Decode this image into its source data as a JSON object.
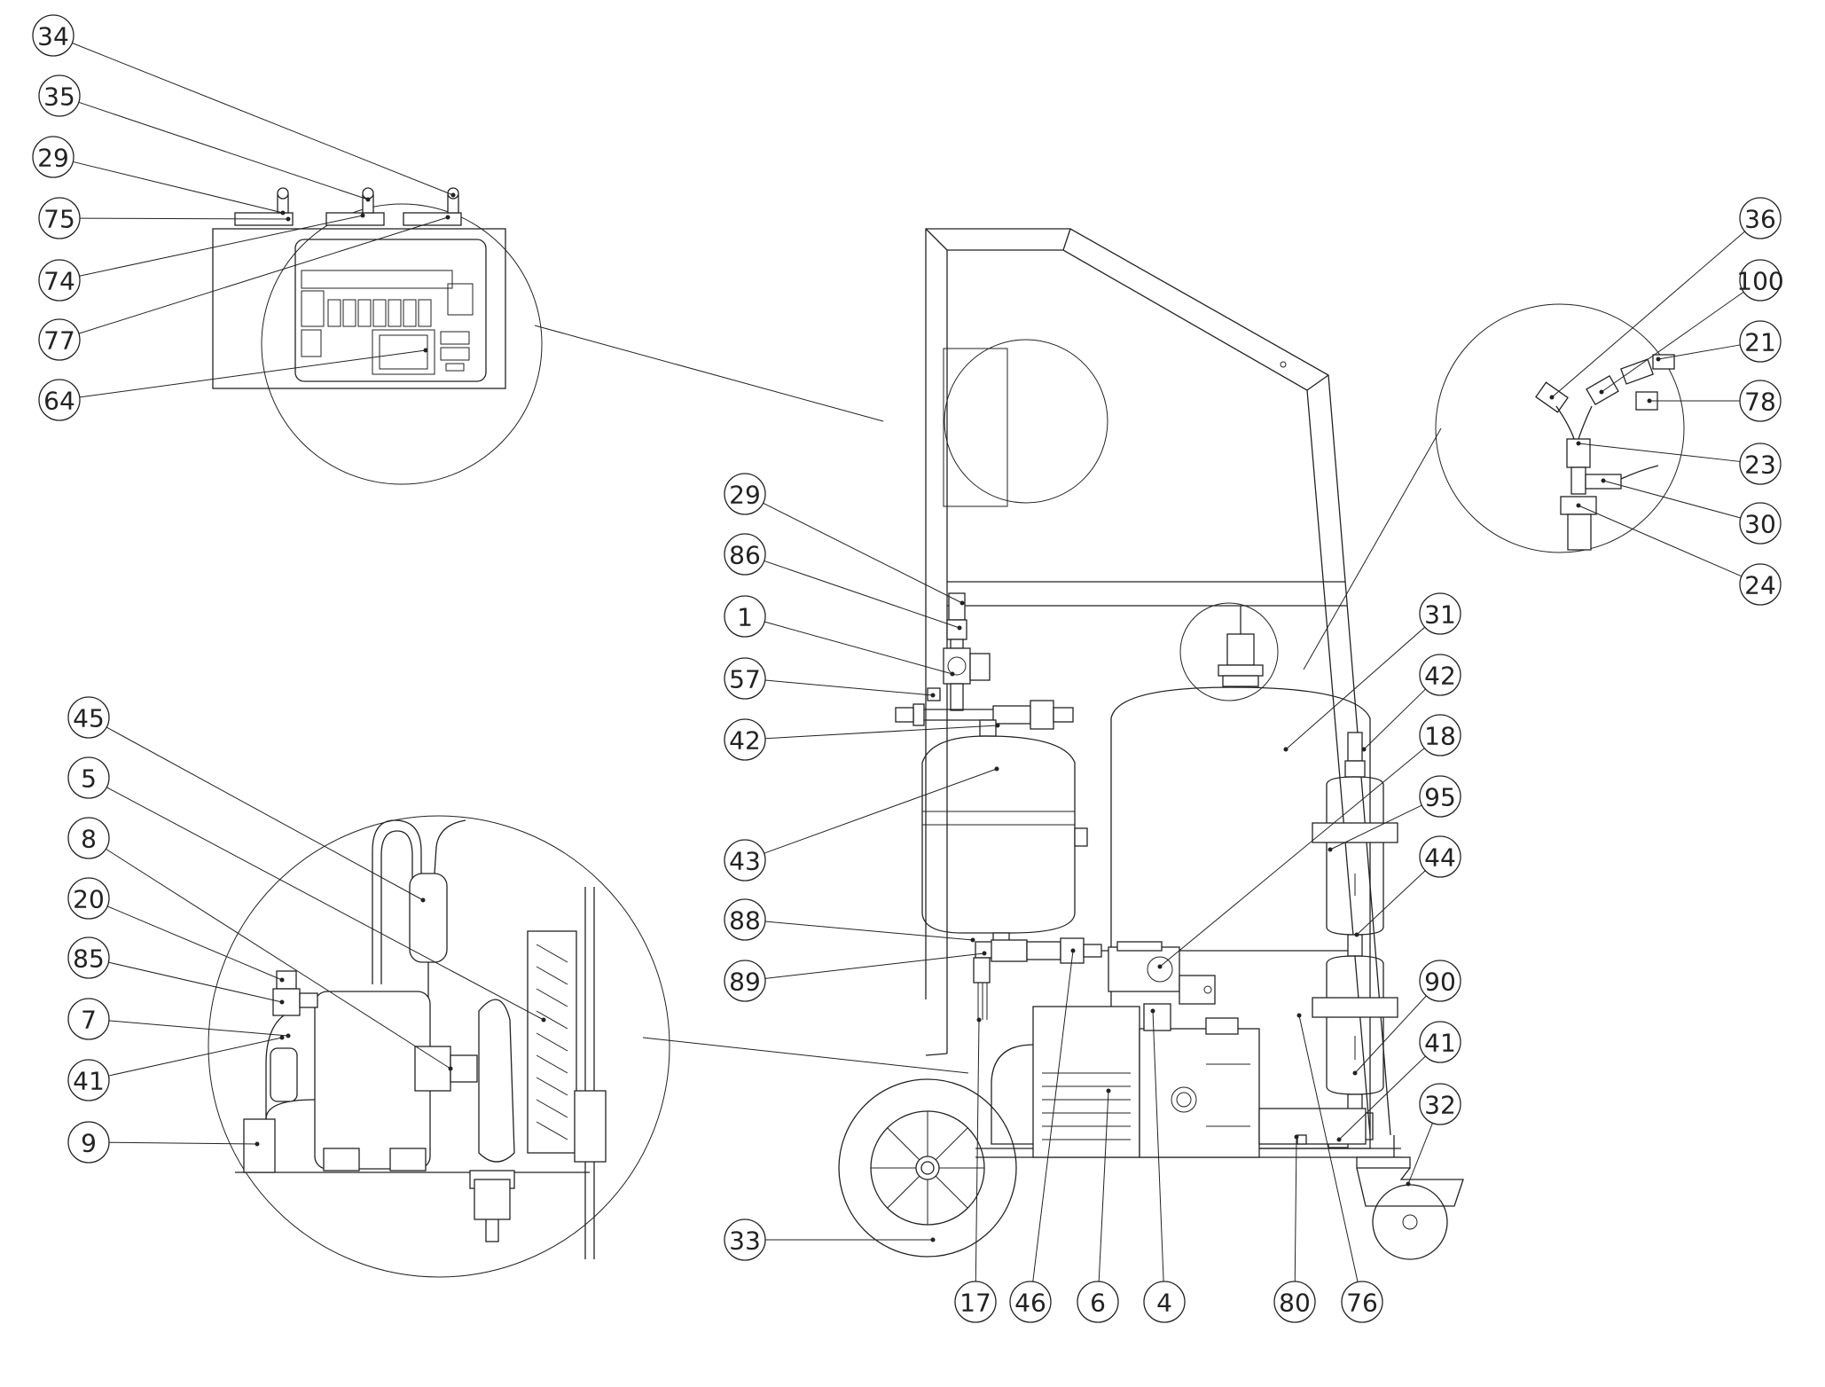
{
  "callouts": [
    {
      "id": "c34",
      "label": "34"
    },
    {
      "id": "c35",
      "label": "35"
    },
    {
      "id": "c29a",
      "label": "29"
    },
    {
      "id": "c75",
      "label": "75"
    },
    {
      "id": "c74",
      "label": "74"
    },
    {
      "id": "c77",
      "label": "77"
    },
    {
      "id": "c64",
      "label": "64"
    },
    {
      "id": "c29b",
      "label": "29"
    },
    {
      "id": "c86",
      "label": "86"
    },
    {
      "id": "c1",
      "label": "1"
    },
    {
      "id": "c57",
      "label": "57"
    },
    {
      "id": "c42a",
      "label": "42"
    },
    {
      "id": "c43",
      "label": "43"
    },
    {
      "id": "c88",
      "label": "88"
    },
    {
      "id": "c89",
      "label": "89"
    },
    {
      "id": "c45",
      "label": "45"
    },
    {
      "id": "c5",
      "label": "5"
    },
    {
      "id": "c8",
      "label": "8"
    },
    {
      "id": "c20",
      "label": "20"
    },
    {
      "id": "c85",
      "label": "85"
    },
    {
      "id": "c7",
      "label": "7"
    },
    {
      "id": "c41a",
      "label": "41"
    },
    {
      "id": "c9",
      "label": "9"
    },
    {
      "id": "c33",
      "label": "33"
    },
    {
      "id": "c17",
      "label": "17"
    },
    {
      "id": "c46",
      "label": "46"
    },
    {
      "id": "c6",
      "label": "6"
    },
    {
      "id": "c4",
      "label": "4"
    },
    {
      "id": "c80",
      "label": "80"
    },
    {
      "id": "c76",
      "label": "76"
    },
    {
      "id": "c36",
      "label": "36"
    },
    {
      "id": "c100",
      "label": "100"
    },
    {
      "id": "c21",
      "label": "21"
    },
    {
      "id": "c78",
      "label": "78"
    },
    {
      "id": "c23",
      "label": "23"
    },
    {
      "id": "c30",
      "label": "30"
    },
    {
      "id": "c24",
      "label": "24"
    },
    {
      "id": "c31",
      "label": "31"
    },
    {
      "id": "c42b",
      "label": "42"
    },
    {
      "id": "c18",
      "label": "18"
    },
    {
      "id": "c95",
      "label": "95"
    },
    {
      "id": "c44",
      "label": "44"
    },
    {
      "id": "c90",
      "label": "90"
    },
    {
      "id": "c41b",
      "label": "41"
    },
    {
      "id": "c32",
      "label": "32"
    }
  ]
}
